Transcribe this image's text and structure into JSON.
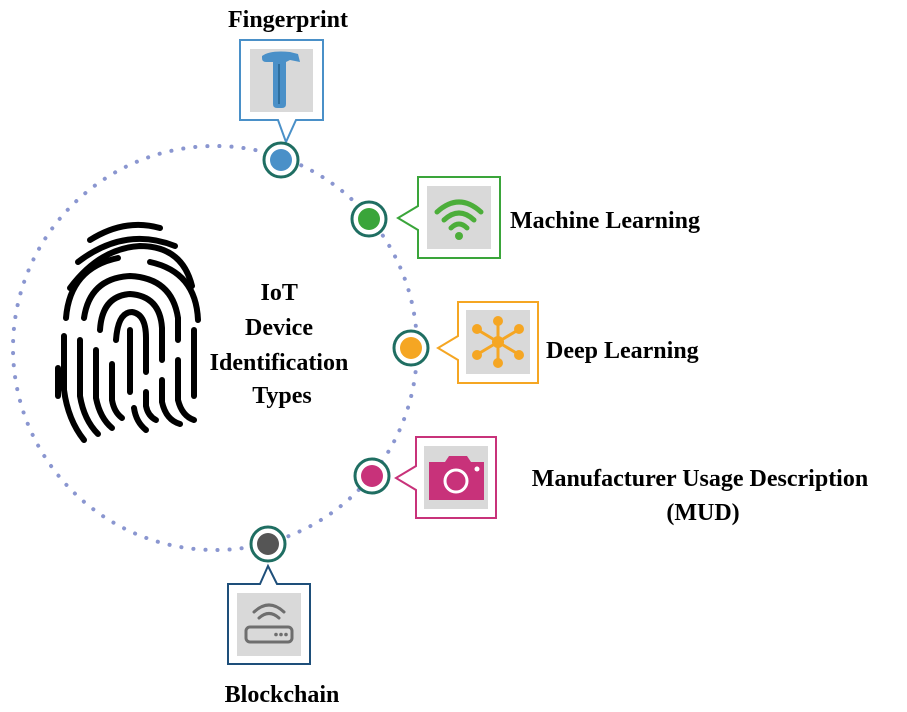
{
  "center_title": [
    "IoT",
    "Device",
    "Identification",
    "Types"
  ],
  "types": [
    {
      "label": "Fingerprint",
      "icon": "hammer-icon",
      "color": "#4a90c8"
    },
    {
      "label": "Machine Learning",
      "icon": "wifi-icon",
      "color": "#3aa53a"
    },
    {
      "label": "Deep Learning",
      "icon": "network-hub-icon",
      "color": "#f5a623"
    },
    {
      "label_lines": [
        "Manufacturer Usage Description",
        "(MUD)"
      ],
      "icon": "camera-icon",
      "color": "#c8327a"
    },
    {
      "label": "Blockchain",
      "icon": "router-icon",
      "color": "#1e4f7a"
    }
  ],
  "colors": {
    "ring_dots": "#8a96d0",
    "node_ring": "#1f6e62",
    "icon_bg": "#d9d9d9"
  }
}
